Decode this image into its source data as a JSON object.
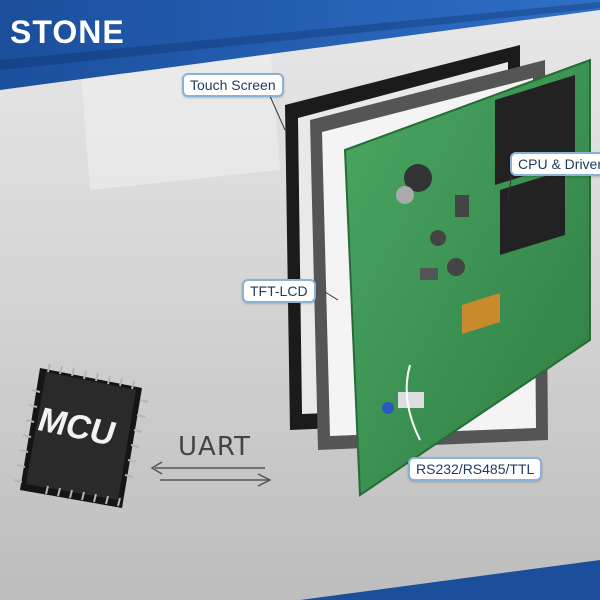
{
  "brand": {
    "name": "STONE"
  },
  "labels": {
    "touch_screen": "Touch Screen",
    "cpu_driver": "CPU & Driver",
    "tft_lcd": "TFT-LCD",
    "serial": "RS232/RS485/TTL"
  },
  "interface": {
    "uart": "UART"
  },
  "chip": {
    "name": "MCU"
  },
  "colors": {
    "brand_blue": "#1f5fb4",
    "pcb_green": "#3f9a55",
    "label_border": "#8ab1d6"
  }
}
